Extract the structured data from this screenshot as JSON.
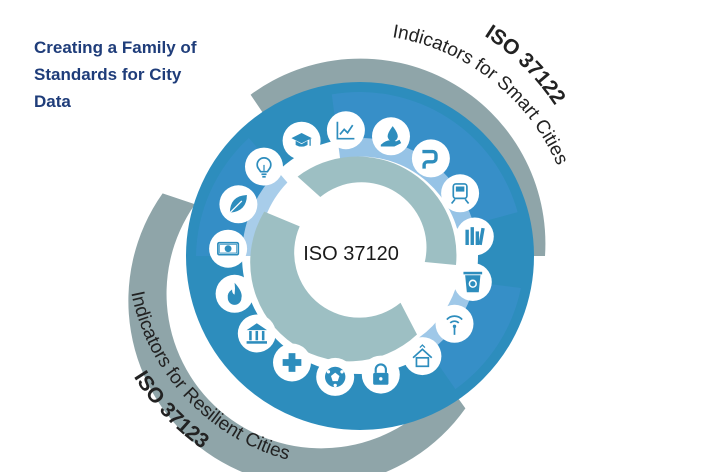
{
  "title": {
    "lines": [
      "Creating a Family of",
      "Standards for City",
      "Data"
    ]
  },
  "center": {
    "label": "ISO 37120"
  },
  "smart": {
    "standard": "ISO 37122",
    "indicators": "Indicators for Smart Cities"
  },
  "resilient": {
    "standard": "ISO 37123",
    "indicators": "Indicators for Resilient Cities"
  },
  "colors": {
    "title": "#1f3d7a",
    "outer_band": "#8fa5a9",
    "ring_main": "#2d8dbd",
    "ring_light": "#3f91d1",
    "inner_band": "#9dbfc3",
    "icon_bg": "#ffffff",
    "icon": "#2d8dbd"
  },
  "icons": [
    "graduation-cap-icon",
    "chart-icon",
    "water-hand-icon",
    "pipes-icon",
    "train-icon",
    "books-icon",
    "recycle-bin-icon",
    "wifi-tower-icon",
    "house-up-icon",
    "lock-icon",
    "soccer-ball-icon",
    "health-cross-icon",
    "bank-icon",
    "fire-icon",
    "money-icon",
    "leaf-icon",
    "lightbulb-icon"
  ]
}
